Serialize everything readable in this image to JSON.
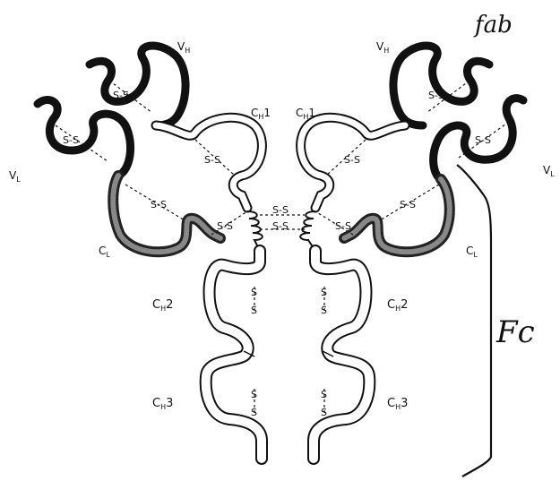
{
  "handwritten": {
    "fab": "fab",
    "fc": "Fc"
  },
  "domains": {
    "vh": "V",
    "vh_sub": "H",
    "vl": "V",
    "vl_sub": "L",
    "ch1": "C",
    "ch1_sub": "H",
    "ch1_num": "1",
    "cl": "C",
    "cl_sub": "L",
    "ch2": "C",
    "ch2_sub": "H",
    "ch2_num": "2",
    "ch3": "C",
    "ch3_sub": "H",
    "ch3_num": "3"
  },
  "bond": {
    "s": "S",
    "ss": "S-S"
  }
}
